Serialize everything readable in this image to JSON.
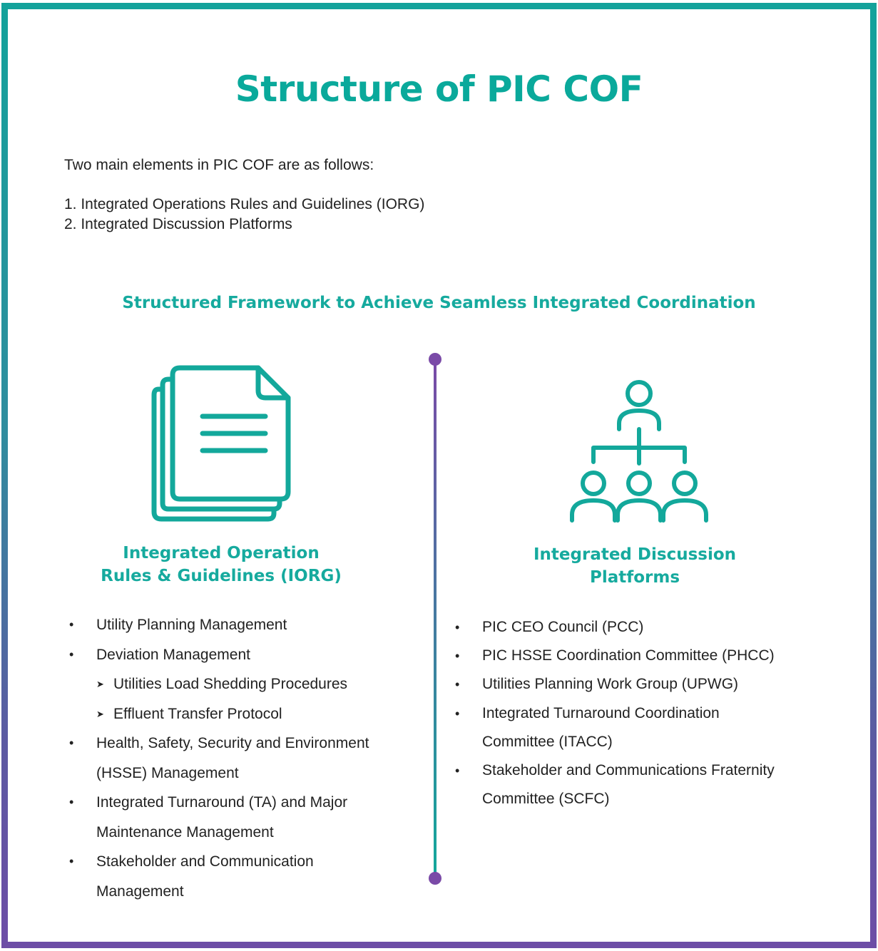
{
  "title": "Structure of PIC COF",
  "intro": {
    "lead": "Two main elements in PIC COF are as follows:",
    "items": [
      "1. Integrated Operations Rules and Guidelines (IORG)",
      "2. Integrated Discussion Platforms"
    ]
  },
  "subtitle": "Structured Framework to Achieve Seamless Integrated Coordination",
  "left": {
    "icon": "documents-icon",
    "heading_line1": "Integrated Operation",
    "heading_line2": "Rules & Guidelines (IORG)",
    "bullet_char": "•",
    "sub_bullet_char": "➤",
    "items": [
      "Utility Planning Management",
      "Deviation Management",
      "Utilities Load Shedding Procedures",
      "Effluent Transfer Protocol",
      "Health, Safety, Security and Environment",
      "(HSSE) Management",
      "Integrated Turnaround (TA) and Major",
      "Maintenance Management",
      "Stakeholder and Communication",
      "Management"
    ]
  },
  "right": {
    "icon": "org-chart-icon",
    "heading_line1": "Integrated Discussion",
    "heading_line2": "Platforms",
    "bullet_char": "•",
    "items": [
      "PIC CEO Council (PCC)",
      "PIC HSSE Coordination Committee (PHCC)",
      "Utilities Planning Work Group (UPWG)",
      "Integrated Turnaround Coordination",
      "Committee (ITACC)",
      "Stakeholder and Communications Fraternity",
      "Committee (SCFC)"
    ]
  },
  "colors": {
    "teal": "#0aa99b",
    "purple": "#6d4da6"
  }
}
